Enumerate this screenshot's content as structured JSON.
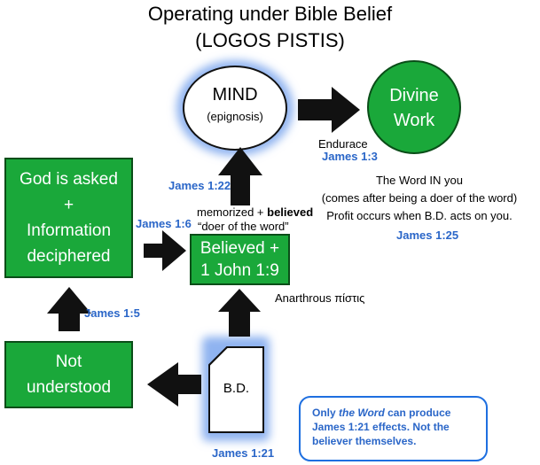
{
  "title": {
    "line1": "Operating under Bible Belief",
    "line2": "(LOGOS PISTIS)"
  },
  "nodes": {
    "mind": {
      "label": "MIND",
      "sublabel": "(epignosis)"
    },
    "divine_work": {
      "line1": "Divine",
      "line2": "Work"
    },
    "god_asked": {
      "line1": "God is asked",
      "line2": "+",
      "line3": "Information",
      "line4": "deciphered"
    },
    "believed": {
      "line1": "Believed +",
      "line2": "1 John 1:9"
    },
    "not_understood": {
      "line1": "Not",
      "line2": "understood"
    },
    "bd": {
      "label": "B.D."
    }
  },
  "labels": {
    "endurace": "Endurace",
    "james_1_3": "James 1:3",
    "james_1_22": "James 1:22",
    "james_1_6": "James 1:6",
    "memorized": "memorized + ",
    "believed_bold": "believed",
    "doer_quote": "“doer of the word”",
    "word_in_you": "The Word IN you",
    "comes_after": "(comes after being a doer of the word)",
    "profit": "Profit occurs when B.D. acts on you.",
    "james_1_25": "James 1:25",
    "anarthrous": "Anarthrous πίστις",
    "james_1_5": "James 1:5",
    "james_1_21": "James 1:21"
  },
  "callout": {
    "pre": "Only ",
    "italic": "the Word",
    "post": " can produce James 1:21 effects. Not the believer themselves."
  },
  "colors": {
    "green": "#1aa83a",
    "blue_text": "#2a66c8",
    "glow": "#8fb3f0",
    "callout_border": "#1e6fe0"
  }
}
